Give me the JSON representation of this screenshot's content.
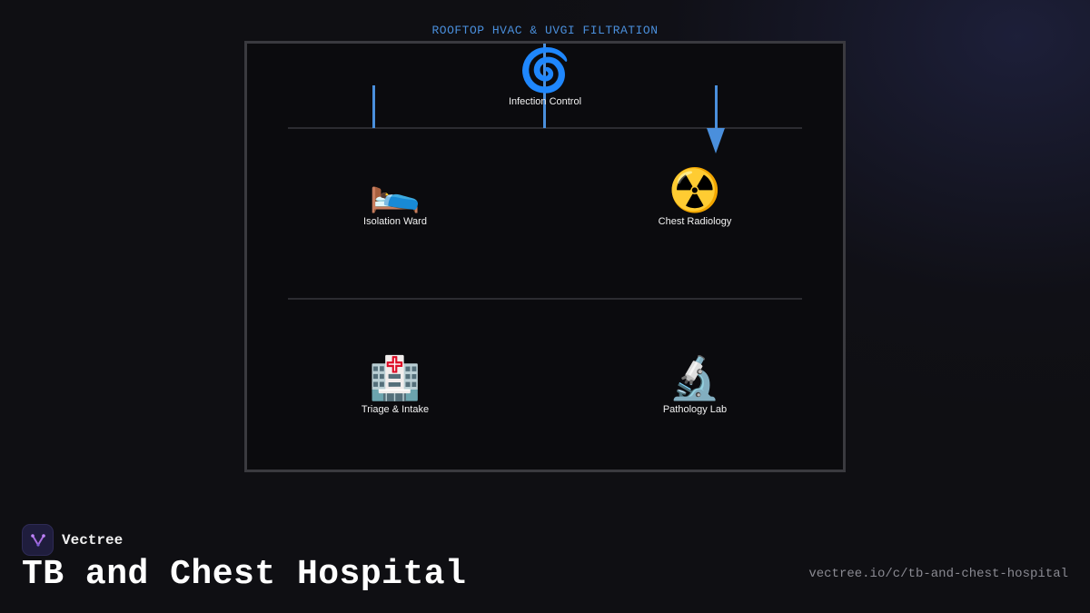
{
  "diagram": {
    "roof_label": "ROOFTOP HVAC & UVGI FILTRATION",
    "rooms": [
      {
        "emoji": "🌀",
        "icon": "cyclone-icon",
        "label": "Infection Control"
      },
      {
        "emoji": "🛌",
        "icon": "bed-icon",
        "label": "Isolation Ward"
      },
      {
        "emoji": "☢️",
        "icon": "radioactive-icon",
        "label": "Chest Radiology"
      },
      {
        "emoji": "🏥",
        "icon": "hospital-icon",
        "label": "Triage & Intake"
      },
      {
        "emoji": "🔬",
        "icon": "microscope-icon",
        "label": "Pathology Lab"
      }
    ],
    "colors": {
      "duct": "#4a8fdc",
      "wall": "#3a3a3f",
      "background": "#0f0f13"
    }
  },
  "brand": {
    "name": "Vectree"
  },
  "footer": {
    "title": "TB and Chest Hospital",
    "url": "vectree.io/c/tb-and-chest-hospital"
  }
}
